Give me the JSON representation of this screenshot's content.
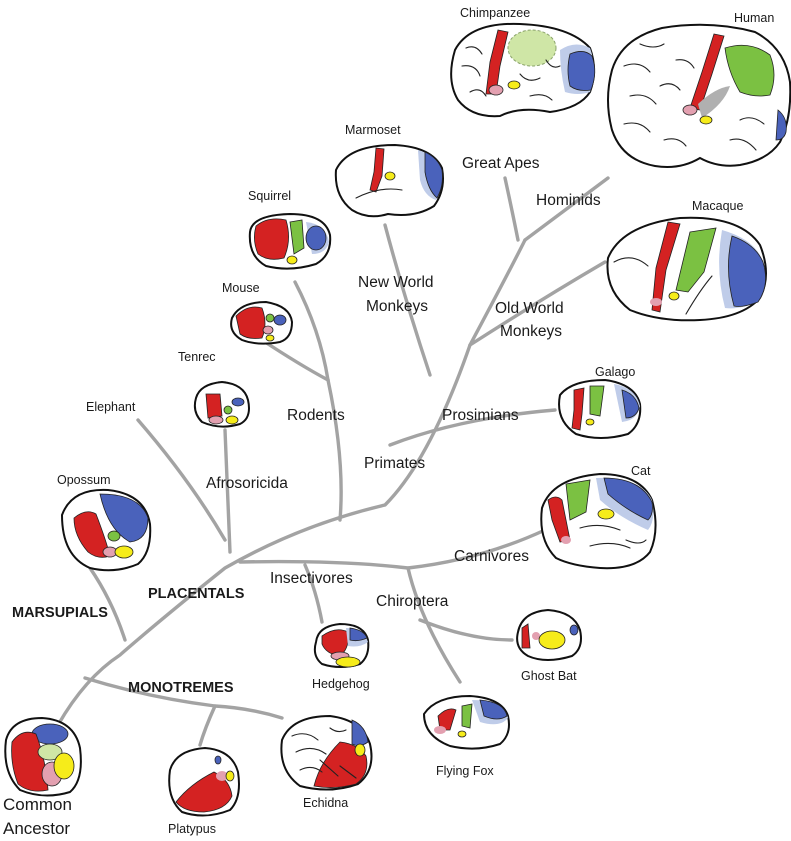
{
  "species": {
    "chimpanzee": "Chimpanzee",
    "human": "Human",
    "marmoset": "Marmoset",
    "macaque": "Macaque",
    "squirrel": "Squirrel",
    "mouse": "Mouse",
    "tenrec": "Tenrec",
    "elephant": "Elephant",
    "galago": "Galago",
    "cat": "Cat",
    "opossum": "Opossum",
    "hedgehog": "Hedgehog",
    "ghost_bat": "Ghost Bat",
    "flying_fox": "Flying Fox",
    "echidna": "Echidna",
    "platypus": "Platypus",
    "common_ancestor_line1": "Common",
    "common_ancestor_line2": "Ancestor"
  },
  "groups": {
    "great_apes": "Great Apes",
    "hominids": "Hominids",
    "new_world_line1": "New World",
    "new_world_line2": "Monkeys",
    "old_world_line1": "Old World",
    "old_world_line2": "Monkeys",
    "rodents": "Rodents",
    "prosimians": "Prosimians",
    "primates": "Primates",
    "afrosoricida": "Afrosoricida",
    "carnivores": "Carnivores",
    "insectivores": "Insectivores",
    "chiroptera": "Chiroptera",
    "placentals": "PLACENTALS",
    "marsupials": "MARSUPIALS",
    "monotremes": "MONOTREMES"
  },
  "colors": {
    "branch": "#a3a3a3",
    "primary_motor": "#d42222",
    "somatosensory_pink": "#e3a0b0",
    "secondary_somatosensory": "#f6ec1a",
    "posterior_parietal": "#7bc142",
    "primary_visual": "#4a62bb",
    "secondary_visual": "#bfcce9",
    "auditory": "#b0b0b0"
  }
}
